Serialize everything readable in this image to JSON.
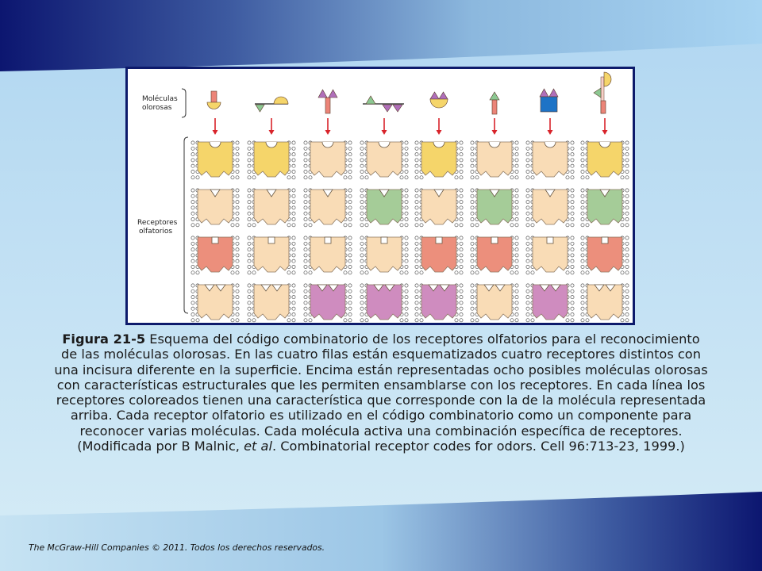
{
  "labels": {
    "molecules": [
      "Moléculas",
      "olorosas"
    ],
    "receptors": [
      "Receptores",
      "olfatorios"
    ]
  },
  "caption": {
    "figure_label": "Figura 21-5",
    "body": " Esquema del código combinatorio de los receptores olfatorios para el reconocimiento de las moléculas olorosas. En las cuatro filas están esquematizados cuatro receptores distintos con una incisura diferente en la superficie. Encima están representadas ocho posibles moléculas olorosas con características estructurales que les permiten ensamblarse con los receptores. En cada línea los receptores coloreados tienen una característica que corresponde con la de la molécula representada arriba. Cada receptor olfatorio es utilizado en el código combinatorio como un componente para reconocer varias moléculas. Cada molécula activa una combinación específica de receptores. (Modificada por B Malnic, ",
    "et_al": "et al",
    "tail": ". Combinatorial receptor codes for odors. Cell 96:713-23, 1999.)"
  },
  "footer": "The McGraw-Hill Companies © 2011. Todos los derechos reservados.",
  "colors": {
    "frame": "#0d1a6b",
    "arrow": "#d8232a",
    "inactive": "#f9dcb6",
    "row1_active": "#f5d56a",
    "row2_active": "#a5cc98",
    "row3_active": "#ec8f7c",
    "row4_active": "#cf8cbf"
  },
  "receptor_grid": {
    "rows": [
      {
        "notch": "semicircle",
        "active": [
          true,
          true,
          false,
          false,
          true,
          false,
          false,
          true
        ]
      },
      {
        "notch": "triangle",
        "active": [
          false,
          false,
          false,
          true,
          false,
          true,
          false,
          true
        ]
      },
      {
        "notch": "square",
        "active": [
          true,
          false,
          false,
          false,
          true,
          true,
          false,
          true
        ]
      },
      {
        "notch": "double-triangle",
        "active": [
          false,
          false,
          true,
          true,
          true,
          false,
          true,
          false
        ]
      }
    ]
  }
}
